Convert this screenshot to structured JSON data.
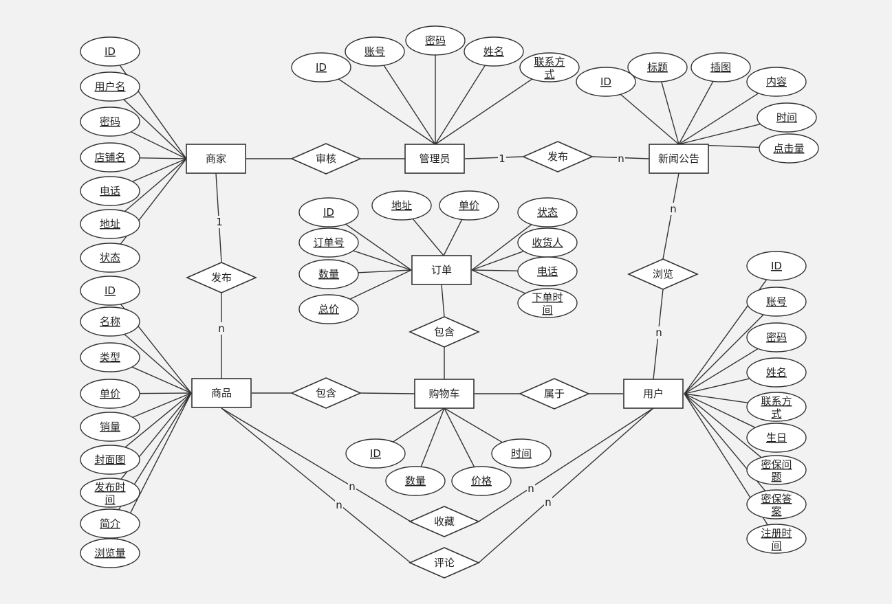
{
  "entities": [
    {
      "id": "shangjia",
      "label": "商家"
    },
    {
      "id": "guanliyuan",
      "label": "管理员"
    },
    {
      "id": "xinwen",
      "label": "新闻公告"
    },
    {
      "id": "dingdan",
      "label": "订单"
    },
    {
      "id": "shangpin",
      "label": "商品"
    },
    {
      "id": "gouwuche",
      "label": "购物车"
    },
    {
      "id": "yonghu",
      "label": "用户"
    }
  ],
  "relationships": [
    {
      "id": "shenhe",
      "label": "审核"
    },
    {
      "id": "fabu_news",
      "label": "发布"
    },
    {
      "id": "fabu_goods",
      "label": "发布"
    },
    {
      "id": "liulan",
      "label": "浏览"
    },
    {
      "id": "baohan_order",
      "label": "包含"
    },
    {
      "id": "baohan_cart",
      "label": "包含"
    },
    {
      "id": "shuyu",
      "label": "属于"
    },
    {
      "id": "shoucang",
      "label": "收藏"
    },
    {
      "id": "pinglun",
      "label": "评论"
    }
  ],
  "attributes": [
    {
      "id": "sj_id",
      "label": "ID",
      "owner": "shangjia"
    },
    {
      "id": "sj_username",
      "label": "用户名",
      "owner": "shangjia"
    },
    {
      "id": "sj_pwd",
      "label": "密码",
      "owner": "shangjia"
    },
    {
      "id": "sj_store",
      "label": "店铺名",
      "owner": "shangjia"
    },
    {
      "id": "sj_phone",
      "label": "电话",
      "owner": "shangjia"
    },
    {
      "id": "sj_addr",
      "label": "地址",
      "owner": "shangjia"
    },
    {
      "id": "sj_status",
      "label": "状态",
      "owner": "shangjia"
    },
    {
      "id": "gl_id",
      "label": "ID",
      "owner": "guanliyuan"
    },
    {
      "id": "gl_account",
      "label": "账号",
      "owner": "guanliyuan"
    },
    {
      "id": "gl_pwd",
      "label": "密码",
      "owner": "guanliyuan"
    },
    {
      "id": "gl_name",
      "label": "姓名",
      "owner": "guanliyuan"
    },
    {
      "id": "gl_contact",
      "label": "联系方式",
      "lines": [
        "联系方",
        "式"
      ],
      "owner": "guanliyuan"
    },
    {
      "id": "xw_id",
      "label": "ID",
      "owner": "xinwen"
    },
    {
      "id": "xw_title",
      "label": "标题",
      "owner": "xinwen"
    },
    {
      "id": "xw_img",
      "label": "插图",
      "owner": "xinwen"
    },
    {
      "id": "xw_content",
      "label": "内容",
      "owner": "xinwen"
    },
    {
      "id": "xw_time",
      "label": "时间",
      "owner": "xinwen"
    },
    {
      "id": "xw_clicks",
      "label": "点击量",
      "owner": "xinwen"
    },
    {
      "id": "dd_id",
      "label": "ID",
      "owner": "dingdan"
    },
    {
      "id": "dd_addr",
      "label": "地址",
      "owner": "dingdan"
    },
    {
      "id": "dd_price",
      "label": "单价",
      "owner": "dingdan"
    },
    {
      "id": "dd_no",
      "label": "订单号",
      "owner": "dingdan"
    },
    {
      "id": "dd_qty",
      "label": "数量",
      "owner": "dingdan"
    },
    {
      "id": "dd_total",
      "label": "总价",
      "owner": "dingdan"
    },
    {
      "id": "dd_status",
      "label": "状态",
      "owner": "dingdan"
    },
    {
      "id": "dd_receiver",
      "label": "收货人",
      "owner": "dingdan"
    },
    {
      "id": "dd_phone",
      "label": "电话",
      "owner": "dingdan"
    },
    {
      "id": "dd_time",
      "label": "下单时间",
      "lines": [
        "下单时",
        "间"
      ],
      "owner": "dingdan"
    },
    {
      "id": "sp_id",
      "label": "ID",
      "owner": "shangpin"
    },
    {
      "id": "sp_name",
      "label": "名称",
      "owner": "shangpin"
    },
    {
      "id": "sp_type",
      "label": "类型",
      "owner": "shangpin"
    },
    {
      "id": "sp_price",
      "label": "单价",
      "owner": "shangpin"
    },
    {
      "id": "sp_sales",
      "label": "销量",
      "owner": "shangpin"
    },
    {
      "id": "sp_cover",
      "label": "封面图",
      "owner": "shangpin"
    },
    {
      "id": "sp_time",
      "label": "发布时间",
      "lines": [
        "发布时",
        "间"
      ],
      "owner": "shangpin"
    },
    {
      "id": "sp_intro",
      "label": "简介",
      "owner": "shangpin"
    },
    {
      "id": "sp_views",
      "label": "浏览量",
      "owner": "shangpin"
    },
    {
      "id": "gw_id",
      "label": "ID",
      "owner": "gouwuche"
    },
    {
      "id": "gw_qty",
      "label": "数量",
      "owner": "gouwuche"
    },
    {
      "id": "gw_price",
      "label": "价格",
      "owner": "gouwuche"
    },
    {
      "id": "gw_time",
      "label": "时间",
      "owner": "gouwuche"
    },
    {
      "id": "yh_id",
      "label": "ID",
      "owner": "yonghu"
    },
    {
      "id": "yh_account",
      "label": "账号",
      "owner": "yonghu"
    },
    {
      "id": "yh_pwd",
      "label": "密码",
      "owner": "yonghu"
    },
    {
      "id": "yh_name",
      "label": "姓名",
      "owner": "yonghu"
    },
    {
      "id": "yh_contact",
      "label": "联系方式",
      "lines": [
        "联系方",
        "式"
      ],
      "owner": "yonghu"
    },
    {
      "id": "yh_birthday",
      "label": "生日",
      "owner": "yonghu"
    },
    {
      "id": "yh_question",
      "label": "密保问题",
      "lines": [
        "密保问",
        "题"
      ],
      "owner": "yonghu"
    },
    {
      "id": "yh_answer",
      "label": "密保答案",
      "lines": [
        "密保答",
        "案"
      ],
      "owner": "yonghu"
    },
    {
      "id": "yh_regtime",
      "label": "注册时间",
      "lines": [
        "注册时",
        "间"
      ],
      "owner": "yonghu"
    }
  ],
  "links": [
    {
      "from": "shangjia",
      "to": "shenhe",
      "cardinality": ""
    },
    {
      "from": "shenhe",
      "to": "guanliyuan",
      "cardinality": ""
    },
    {
      "from": "guanliyuan",
      "to": "fabu_news",
      "cardinality": "1"
    },
    {
      "from": "fabu_news",
      "to": "xinwen",
      "cardinality": "n"
    },
    {
      "from": "shangjia",
      "to": "fabu_goods",
      "cardinality": "1"
    },
    {
      "from": "fabu_goods",
      "to": "shangpin",
      "cardinality": "n"
    },
    {
      "from": "xinwen",
      "to": "liulan",
      "cardinality": "n"
    },
    {
      "from": "liulan",
      "to": "yonghu",
      "cardinality": "n"
    },
    {
      "from": "dingdan",
      "to": "baohan_order",
      "cardinality": ""
    },
    {
      "from": "baohan_order",
      "to": "gouwuche",
      "cardinality": ""
    },
    {
      "from": "shangpin",
      "to": "baohan_cart",
      "cardinality": ""
    },
    {
      "from": "baohan_cart",
      "to": "gouwuche",
      "cardinality": ""
    },
    {
      "from": "gouwuche",
      "to": "shuyu",
      "cardinality": ""
    },
    {
      "from": "shuyu",
      "to": "yonghu",
      "cardinality": ""
    },
    {
      "from": "shangpin",
      "to": "shoucang",
      "cardinality": "n"
    },
    {
      "from": "shoucang",
      "to": "yonghu",
      "cardinality": "n"
    },
    {
      "from": "shangpin",
      "to": "pinglun",
      "cardinality": "n"
    },
    {
      "from": "pinglun",
      "to": "yonghu",
      "cardinality": "n"
    }
  ]
}
